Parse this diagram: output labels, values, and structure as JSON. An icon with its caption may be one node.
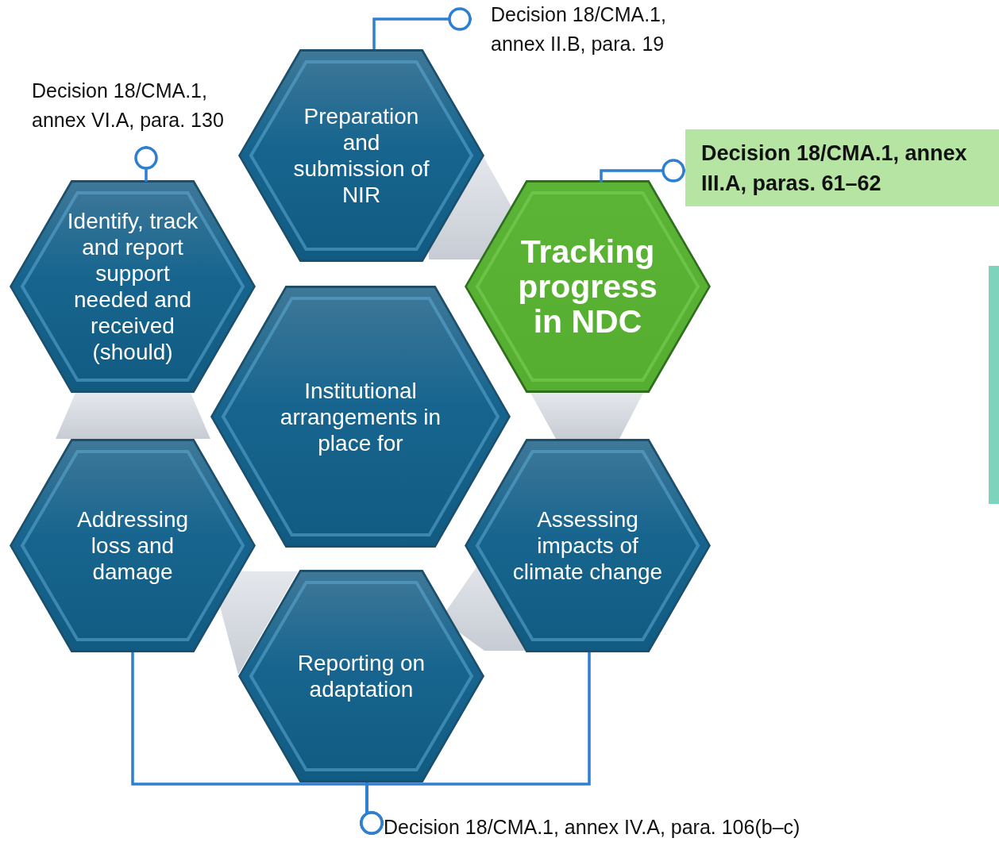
{
  "diagram": {
    "nodes": [
      {
        "text": [
          "Preparation and submission of NIR"
        ]
      },
      {
        "text": [
          "Identify, track and report support needed and received (should)"
        ]
      },
      {
        "text": [
          "Tracking progress in NDC"
        ]
      },
      {
        "text": [
          "Institutional arrangements in place for"
        ]
      },
      {
        "text": [
          "Addressing loss and damage"
        ]
      },
      {
        "text": [
          "Assessing impacts of climate change"
        ]
      },
      {
        "text": [
          "Reporting on adaptation"
        ]
      },
      {
        "text": [
          "Decision 18/CMA.1, annex II.B, para. 19"
        ]
      },
      {
        "text": [
          "Decision 18/CMA.1, annex VI.A, para. 130"
        ]
      },
      {
        "text": [
          "Decision 18/CMA.1, annex III.A, paras. 61–62"
        ]
      },
      {
        "text": [
          "Decision 18/CMA.1, annex IV.A, para. 106(b–c)"
        ]
      }
    ],
    "edges": [
      {
        "from": 7,
        "to": 0,
        "arrow": "other"
      },
      {
        "from": 8,
        "to": 1,
        "arrow": "other"
      },
      {
        "from": 9,
        "to": 2,
        "arrow": "other"
      },
      {
        "from": 10,
        "to": 4,
        "arrow": "other"
      },
      {
        "from": 10,
        "to": 6,
        "arrow": "other"
      },
      {
        "from": 10,
        "to": 5,
        "arrow": "other"
      }
    ]
  }
}
